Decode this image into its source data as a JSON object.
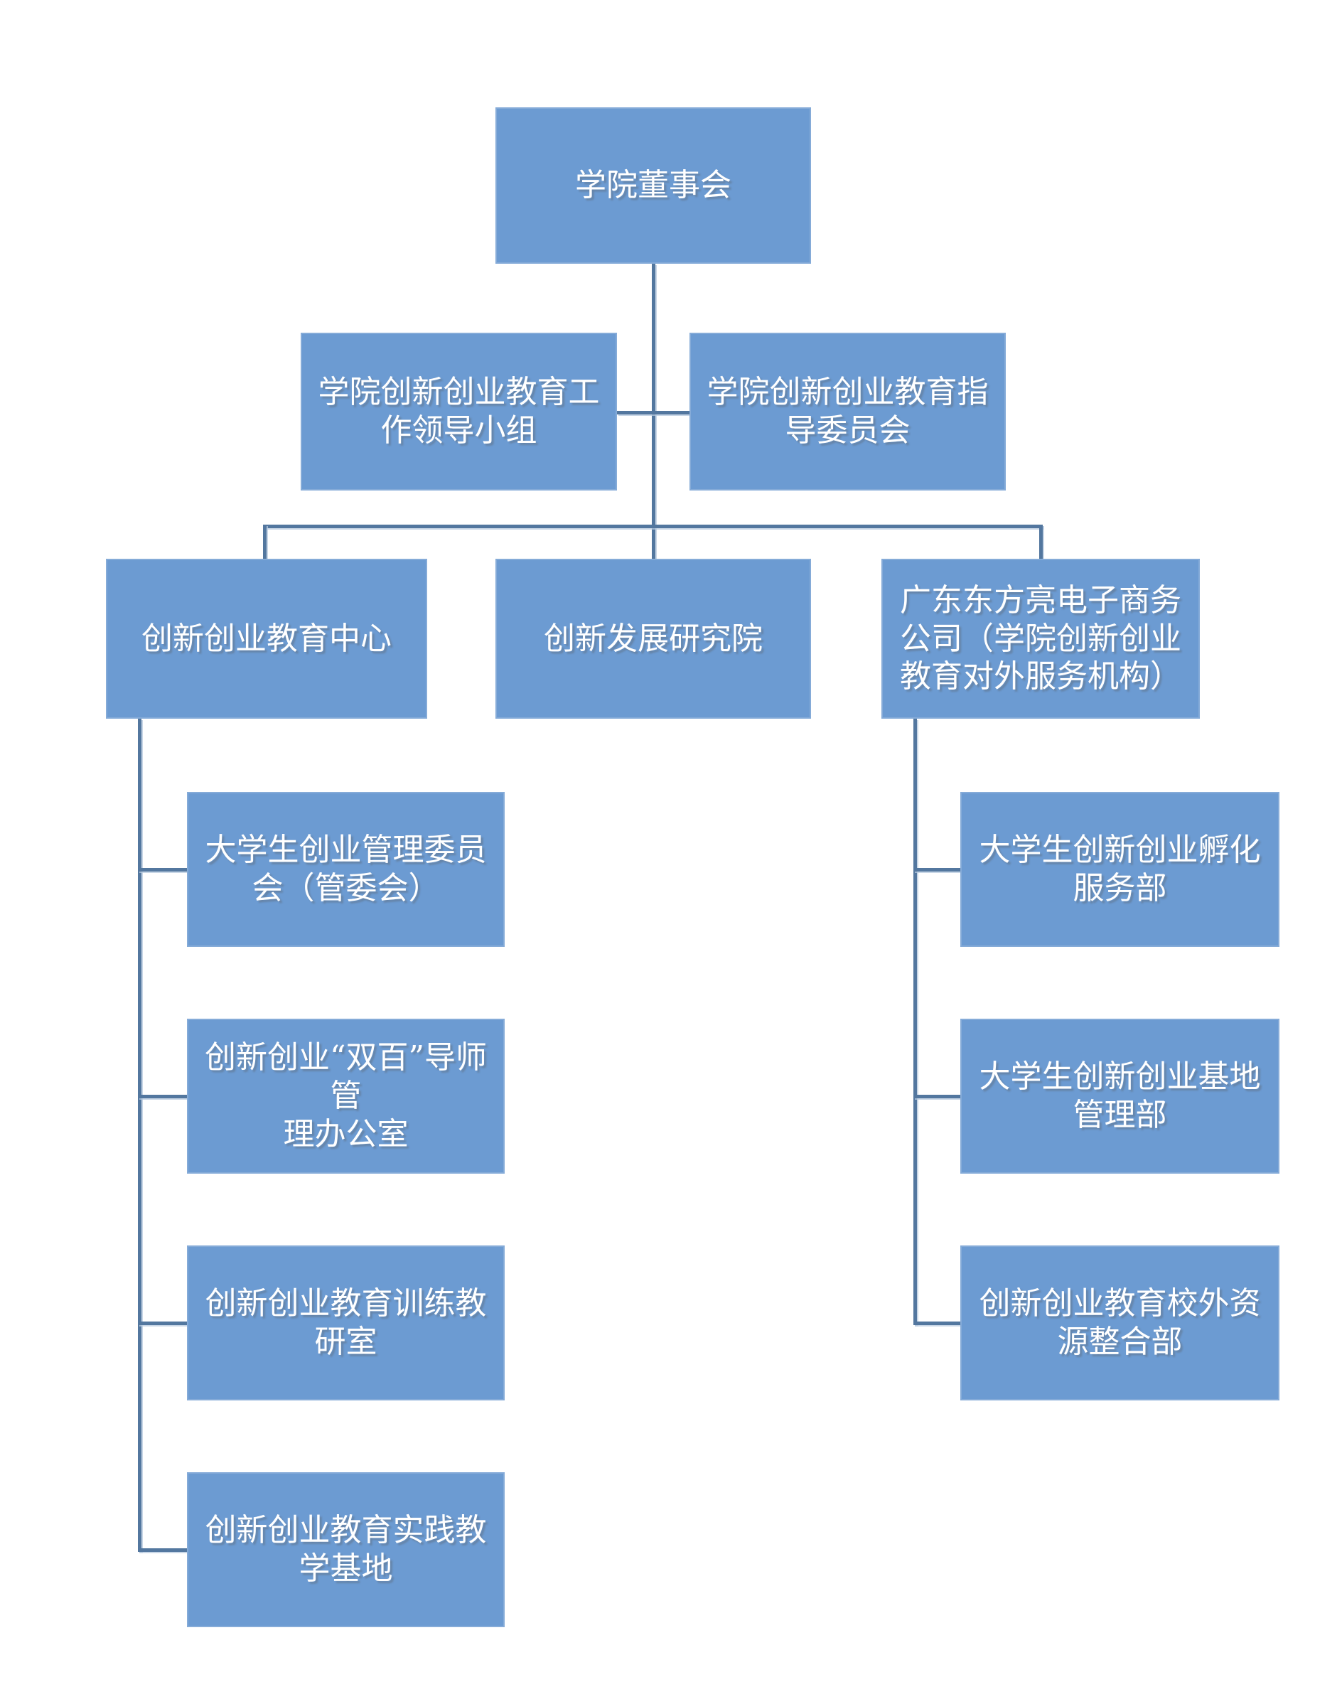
{
  "diagram": {
    "type": "org-chart",
    "colors": {
      "box_fill": "#6c9bd2",
      "box_border": "#85abd8",
      "connector": "#53779f",
      "text": "#ffffff",
      "background": "#ffffff"
    },
    "root": {
      "label": "学院董事会"
    },
    "advisory": [
      {
        "label": "学院创新创业教育工\n作领导小组"
      },
      {
        "label": "学院创新创业教育指\n导委员会"
      }
    ],
    "divisions": [
      {
        "label": "创新创业教育中心"
      },
      {
        "label": "创新发展研究院"
      },
      {
        "label": "广东东方亮电子商务\n公司（学院创新创业\n教育对外服务机构）"
      }
    ],
    "edu_center_children": [
      {
        "label": "大学生创业管理委员\n会（管委会）"
      },
      {
        "label": "创新创业“双百”导师管\n理办公室"
      },
      {
        "label": "创新创业教育训练教\n研室"
      },
      {
        "label": "创新创业教育实践教\n学基地"
      }
    ],
    "company_children": [
      {
        "label": "大学生创新创业孵化\n服务部"
      },
      {
        "label": "大学生创新创业基地\n管理部"
      },
      {
        "label": "创新创业教育校外资\n源整合部"
      }
    ]
  }
}
